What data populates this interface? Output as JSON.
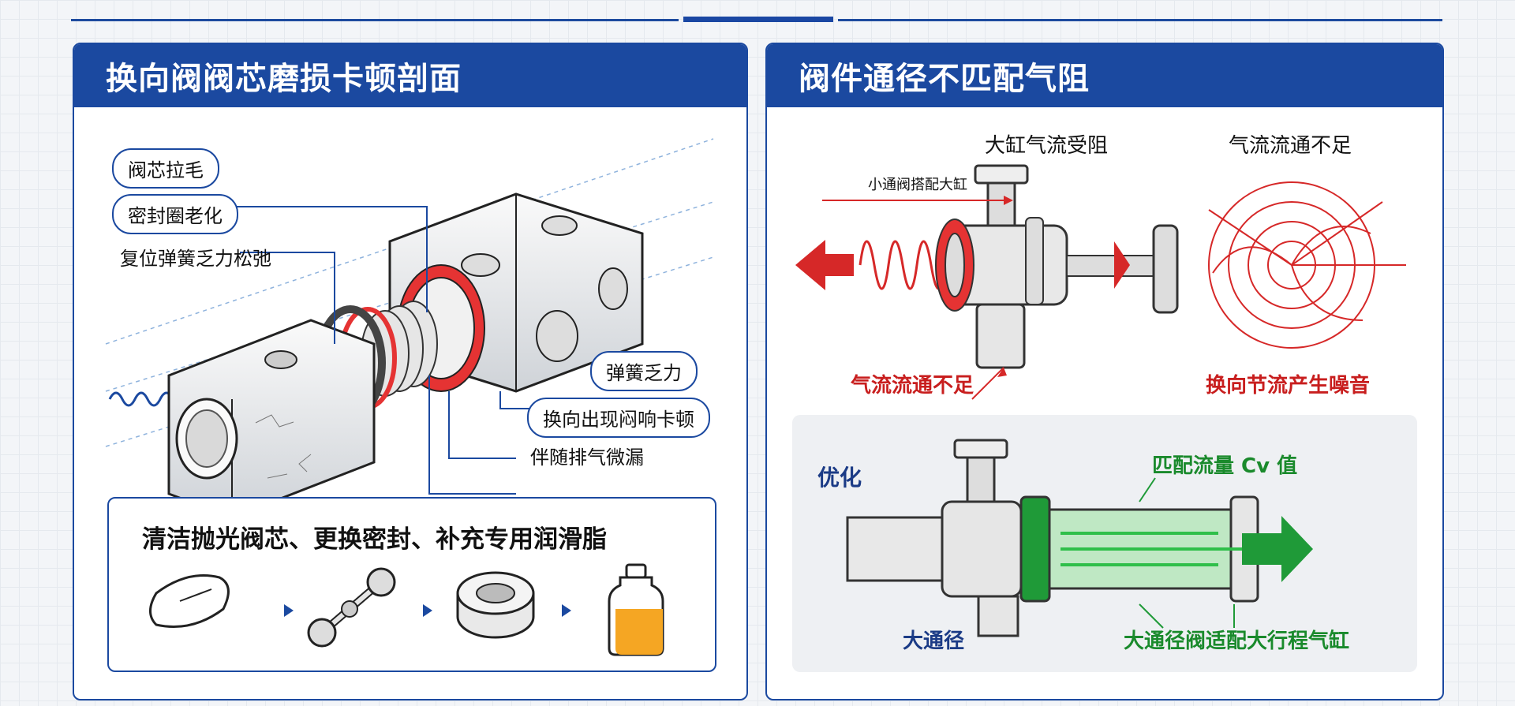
{
  "left": {
    "title": "换向阀阀芯磨损卡顿剖面",
    "callouts": {
      "spool_scratch": "阀芯拉毛",
      "seal_aging": "密封圈老化",
      "return_spring_loose": "复位弹簧乏力松弛",
      "spring_weak": "弹簧乏力",
      "switching_stick": "换向出现闷响卡顿",
      "micro_leak": "伴随排气微漏"
    },
    "fix": {
      "title": "清洁抛光阀芯、更换密封、补充专用润滑脂",
      "tools": [
        "polishing-cloth-icon",
        "valve-spool-icon",
        "seal-ring-icon",
        "grease-bottle-icon"
      ]
    }
  },
  "right": {
    "title": "阀件通径不匹配气阻",
    "problem": {
      "cylinder_flow_blocked": "大缸气流受阻",
      "small_valve_big_cylinder": "小通阀搭配大缸",
      "airflow_insufficient_right": "气流流通不足",
      "airflow_insufficient_left": "气流流通不足",
      "throttling_noise": "换向节流产生噪音"
    },
    "optimize": {
      "label": "优化",
      "match_cv": "匹配流量 Cv 值",
      "large_bore": "大通径",
      "large_valve_long_stroke": "大通径阀适配大行程气缸"
    }
  },
  "colors": {
    "accent_blue": "#1b49a0",
    "warn_red": "#d62828",
    "ok_green": "#1f9a38"
  }
}
